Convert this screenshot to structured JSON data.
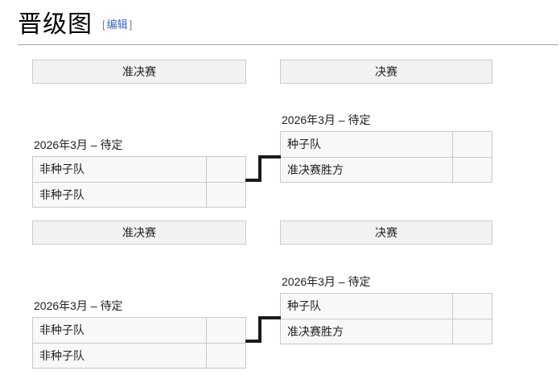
{
  "heading": {
    "title": "晋级图",
    "edit_open": "[",
    "edit_label": "编辑",
    "edit_close": "]"
  },
  "colors": {
    "link_blue": "#3366cc",
    "header_bg": "#f2f2f2",
    "header_border": "#cccccc",
    "cell_bg": "#f8f8f8",
    "cell_border": "#c8c8c8",
    "connector": "#1a1a1a",
    "rule": "#a2a9b1"
  },
  "brackets": [
    {
      "headers": {
        "semifinal": "准决赛",
        "final": "决赛"
      },
      "semifinal": {
        "date": "2026年3月 – 待定",
        "rows": [
          {
            "team": "非种子队",
            "score": ""
          },
          {
            "team": "非种子队",
            "score": ""
          }
        ]
      },
      "final": {
        "date": "2026年3月 – 待定",
        "rows": [
          {
            "team": "种子队",
            "score": ""
          },
          {
            "team": "准决赛胜方",
            "score": ""
          }
        ]
      }
    },
    {
      "headers": {
        "semifinal": "准决赛",
        "final": "决赛"
      },
      "semifinal": {
        "date": "2026年3月 – 待定",
        "rows": [
          {
            "team": "非种子队",
            "score": ""
          },
          {
            "team": "非种子队",
            "score": ""
          }
        ]
      },
      "final": {
        "date": "2026年3月 – 待定",
        "rows": [
          {
            "team": "种子队",
            "score": ""
          },
          {
            "team": "准决赛胜方",
            "score": ""
          }
        ]
      }
    }
  ]
}
